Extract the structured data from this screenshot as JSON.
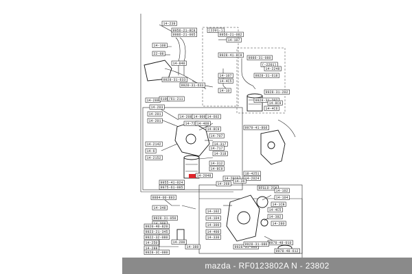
{
  "caption": "mazda - RF0123802A     N - 23802",
  "colors": {
    "caption_bar": "#8a8a8a",
    "highlight": "#e0242b",
    "line": "#222222"
  },
  "labels": [
    "14-239",
    "9956-21-8C9",
    "9986-21-005",
    "14-108",
    "22-08",
    "14-840",
    "9928-31-633",
    "9920-31-633",
    "(2201-)",
    "9956-21-082",
    "14-107",
    "9928-41-8C9",
    "14-107",
    "14-4C5",
    "14-10",
    "9986-31-080",
    "(-2201)",
    "14-2248",
    "9928-31-618",
    "9928-31-202",
    "9928-31-202",
    "14-4C6",
    "14-8C9",
    "14-288",
    "6100",
    "/61-211",
    "14-203",
    "14-201",
    "14-201",
    "14-208",
    "14-909",
    "14-602",
    "14-720",
    "14-409",
    "14-8C9",
    "14-707",
    "14-317",
    "14-2142",
    "14-6",
    "14-717",
    "14-318",
    "14-2152",
    "14-312",
    "14-8C9",
    "14-2048",
    "9979-41-8G6",
    "14-2019",
    "14-268",
    "14-2024",
    "14-36",
    "9975-61-085",
    "9955-41-024",
    "18-4251",
    "9984-00-893",
    "14-348",
    "9928-31-050",
    "14-308",
    "RFGL0-2CK",
    "14-102",
    "14-104",
    "14-1CB",
    "14-4C5",
    "14-382",
    "14-280",
    "14-102",
    "14-104",
    "14-300",
    "14-400",
    "14-330",
    "9978-48-010",
    "9928-31-060",
    "9928-31-080",
    "9920-40-820",
    "9923-21-345",
    "9922-32-080",
    "14-250",
    "14-288",
    "9928-3C-080",
    "14-380",
    "9978-48-612",
    "14-200"
  ]
}
